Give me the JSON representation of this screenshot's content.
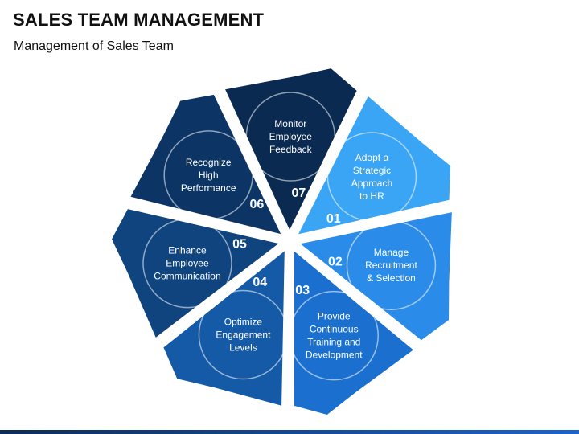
{
  "header": {
    "title": "SALES TEAM MANAGEMENT",
    "subtitle": "Management of Sales Team"
  },
  "steps": [
    {
      "number": "01",
      "lines": [
        "Adopt a",
        "Strategic",
        "Approach",
        "to HR"
      ],
      "color": "#3aa4f5"
    },
    {
      "number": "02",
      "lines": [
        "Manage",
        "Recruitment",
        "& Selection"
      ],
      "color": "#2a8ce8"
    },
    {
      "number": "03",
      "lines": [
        "Provide",
        "Continuous",
        "Training and",
        "Development"
      ],
      "color": "#1a6fcf"
    },
    {
      "number": "04",
      "lines": [
        "Optimize",
        "Engagement",
        "Levels"
      ],
      "color": "#145aa6"
    },
    {
      "number": "05",
      "lines": [
        "Enhance",
        "Employee",
        "Communication"
      ],
      "color": "#0f447f"
    },
    {
      "number": "06",
      "lines": [
        "Recognize",
        "High",
        "Performance"
      ],
      "color": "#0c3566"
    },
    {
      "number": "07",
      "lines": [
        "Monitor",
        "Employee",
        "Feedback"
      ],
      "color": "#0a2a52"
    }
  ]
}
